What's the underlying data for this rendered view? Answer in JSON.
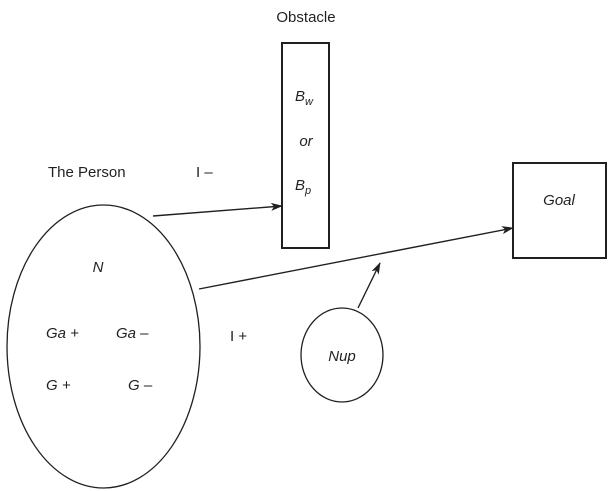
{
  "diagram": {
    "type": "motivation-conflict-model",
    "colors": {
      "ink": "#231f20",
      "background": "#ffffff"
    },
    "obstacle": {
      "title": "Obstacle",
      "line1_base": "B",
      "line1_sub": "w",
      "connector": "or",
      "line2_base": "B",
      "line2_sub": "p"
    },
    "person": {
      "title": "The Person",
      "need": "N",
      "goal_anticipation_positive": "Ga +",
      "goal_anticipation_negative": "Ga –",
      "goal_state_positive": "G +",
      "goal_state_negative": "G –"
    },
    "instrumental_negative": "I –",
    "instrumental_positive": "I +",
    "help": "Nup",
    "goal": "Goal",
    "edges": [
      {
        "from": "person",
        "to": "obstacle",
        "label": "I –"
      },
      {
        "from": "person",
        "to": "goal",
        "label": "I +"
      },
      {
        "from": "help",
        "to": "person-goal-path"
      }
    ]
  }
}
